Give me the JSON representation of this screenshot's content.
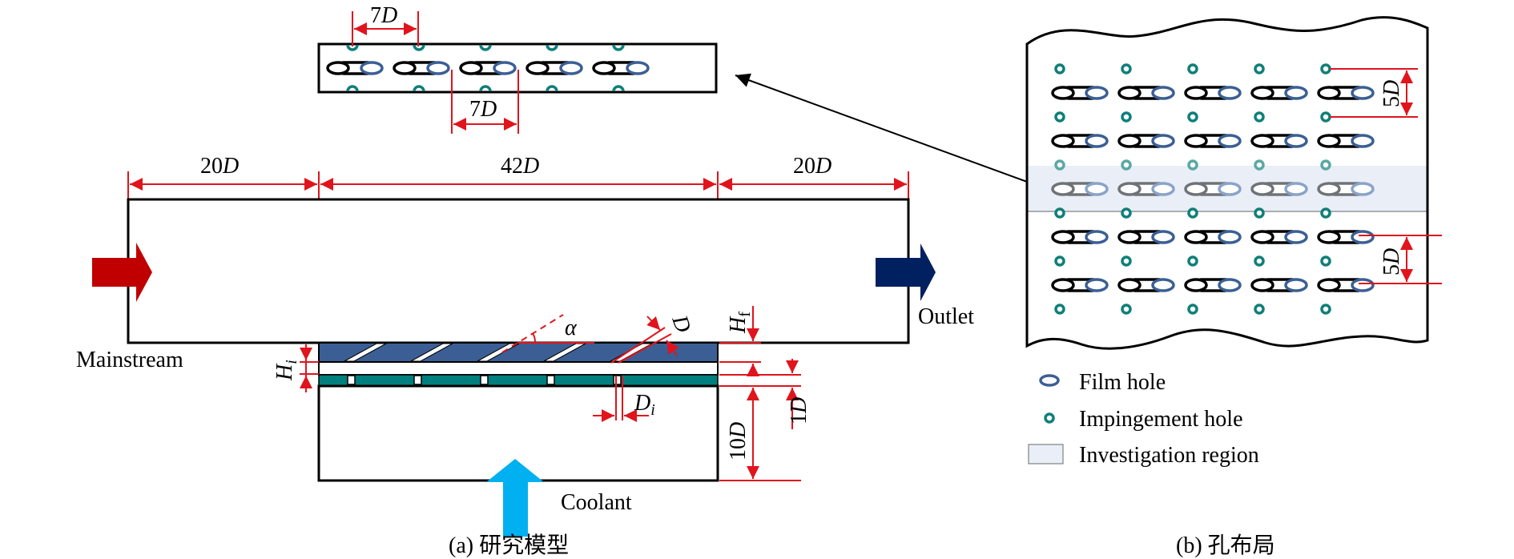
{
  "figure": {
    "panel_a": {
      "caption": "(a) 研究模型",
      "labels": {
        "mainstream": "Mainstream",
        "outlet": "Outlet",
        "coolant": "Coolant"
      },
      "dimensions": {
        "upstream": "20D",
        "test_section": "42D",
        "downstream": "20D",
        "film_spacing_top": "7D",
        "film_spacing_bottom": "7D",
        "film_hole_diameter": "D",
        "impingement_hole_diameter": "D_i",
        "angle": "α",
        "film_plate_thickness": "H_f",
        "impingement_gap": "H_i",
        "impingement_plate_thickness": "1D",
        "plenum_height": "10D"
      },
      "dim_text": {
        "upstream_num": "20",
        "upstream_unit": "D",
        "test_num": "42",
        "test_unit": "D",
        "downstream_num": "20",
        "downstream_unit": "D",
        "spacing_top_num": "7",
        "spacing_top_unit": "D",
        "spacing_bottom_num": "7",
        "spacing_bottom_unit": "D",
        "d": "D",
        "di_main": "D",
        "di_sub": "i",
        "alpha": "α",
        "hf_main": "H",
        "hf_sub": "f",
        "hi_main": "H",
        "hi_sub": "i",
        "one_d_num": "1",
        "one_d_unit": "D",
        "ten_d_num": "10",
        "ten_d_unit": "D"
      },
      "film_hole_count": 5,
      "impingement_hole_count": 5,
      "colors": {
        "mainstream_arrow": "#c00000",
        "outlet_arrow": "#002060",
        "coolant_arrow": "#00b0f0",
        "film_plate": "#3b5f94",
        "impingement_plate": "#007f7f",
        "dimension": "#e0141c"
      }
    },
    "panel_b": {
      "caption": "(b) 孔布局",
      "rows_film": 5,
      "cols": 5,
      "dimensions": {
        "impingement_row_spacing_num": "5",
        "impingement_row_spacing_unit": "D",
        "film_row_spacing_num": "5",
        "film_row_spacing_unit": "D"
      },
      "legend": [
        {
          "icon": "film-hole-icon",
          "label": "Film hole"
        },
        {
          "icon": "impingement-hole-icon",
          "label": "Impingement hole"
        },
        {
          "icon": "investigation-region-icon",
          "label": "Investigation region"
        }
      ],
      "colors": {
        "investigation_region": "#e9eef7",
        "film_hole": "#3b5f94",
        "impingement_hole": "#0f7f7a"
      }
    }
  }
}
